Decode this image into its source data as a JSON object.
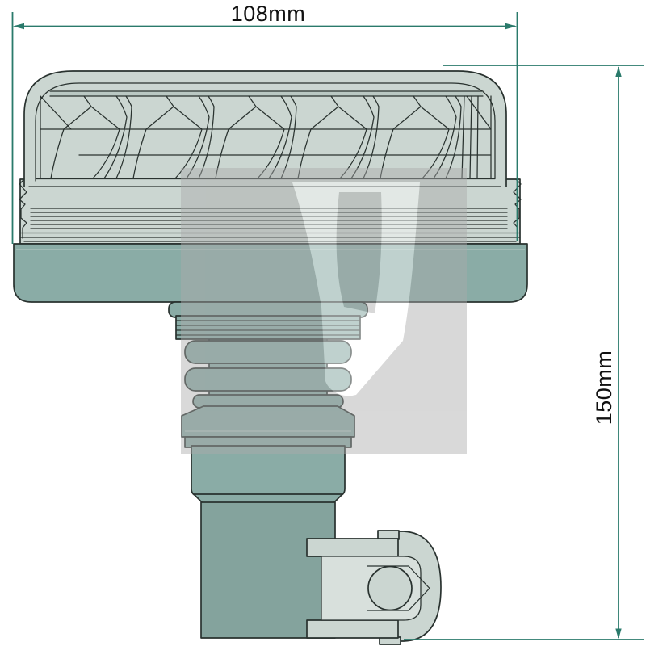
{
  "drawing": {
    "type": "technical-drawing",
    "subject": "rotating-beacon-flexible-pipe-mount-side-view",
    "dimension_width": {
      "label": "108mm"
    },
    "dimension_height": {
      "label": "150mm"
    },
    "watermark": {
      "name": "brand-logo-watermark",
      "opacity": 0.45
    },
    "colors": {
      "background": "#ffffff",
      "text": "#111111",
      "dimension_line": "#2a7a6b",
      "outline": "#29322f",
      "body_light": "#cbd6d1",
      "body_teal": "#8aaca6",
      "body_teal_dark": "#84a39d",
      "bracket_inner": "#d8e0dc",
      "band_shade": "#bac8c3",
      "rib_highlight": "#a9c2bc",
      "watermark_gray": "#ababab",
      "watermark_white": "#ffffff"
    }
  }
}
